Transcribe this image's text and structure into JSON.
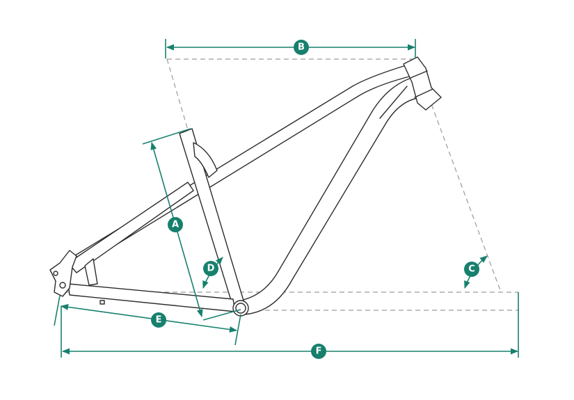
{
  "colors": {
    "accent": "#17806d",
    "frame": "#2b2b2b",
    "guide": "#9a9a9a"
  },
  "labels": {
    "A": "A",
    "B": "B",
    "C": "C",
    "D": "D",
    "E": "E",
    "F": "F"
  }
}
